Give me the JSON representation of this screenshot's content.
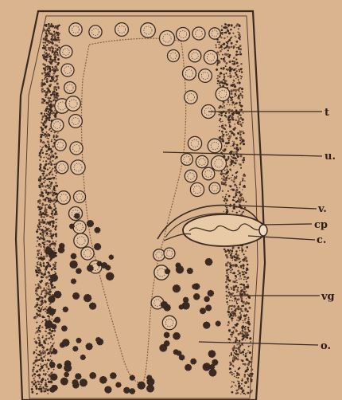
{
  "labels": {
    "t": "t",
    "u": "u.",
    "v": "v.",
    "cp": "cp",
    "c": "c.",
    "vg": "vg",
    "o": "o."
  },
  "colors": {
    "background": "#d9b48f",
    "ink": "#3a2a22",
    "ink_light": "#6b4a3a",
    "testis_fill": "#e2c2a0"
  }
}
